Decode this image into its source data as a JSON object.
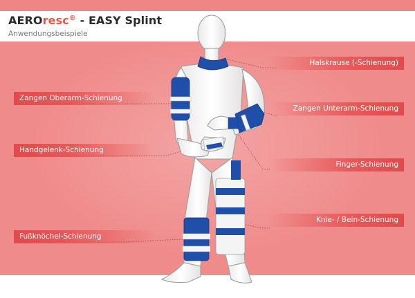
{
  "header": {
    "title_brand_a": "AERO",
    "title_brand_b": "resc",
    "title_reg": "®",
    "title_rest": " - EASY Splint",
    "subtitle": "Anwendungsbeispiele"
  },
  "labels": {
    "halskrause": "Halskrause (-Schienung)",
    "zangen_oberarm": "Zangen Oberarm-Schienung",
    "zangen_unterarm": "Zangen Unterarm-Schienung",
    "handgelenk": "Handgelenk-Schienung",
    "finger": "Finger-Schienung",
    "knie_bein": "Knie- / Bein-Schienung",
    "fussknoechel": "Fußknöchel-Schienung"
  },
  "colors": {
    "accent": "#e8543f",
    "panel": "#f08b8b",
    "splint_blue": "#1f4fa8",
    "splint_white": "#f4f4f4"
  }
}
